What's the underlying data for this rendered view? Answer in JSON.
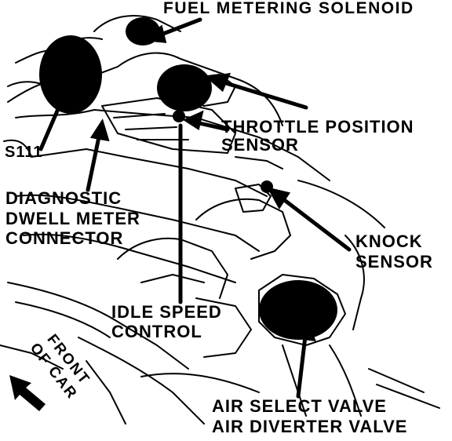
{
  "colors": {
    "ink": "#000000",
    "paper": "#ffffff"
  },
  "labels": {
    "fuel_metering_solenoid": "FUEL METERING SOLENOID",
    "s111": "S111",
    "throttle_position_sensor": [
      "THROTTLE POSITION",
      "SENSOR"
    ],
    "diagnostic_dwell_meter_connector": [
      "DIAGNOSTIC",
      "DWELL METER",
      "CONNECTOR"
    ],
    "knock_sensor": [
      "KNOCK",
      "SENSOR"
    ],
    "idle_speed_control": [
      "IDLE SPEED",
      "CONTROL"
    ],
    "front_of_car": [
      "FRONT",
      "OF CAR"
    ],
    "air_valves": [
      "AIR SELECT VALVE",
      "AIR DIVERTER VALVE"
    ]
  },
  "icons": {
    "front_arrow": "arrow-down-left-icon"
  }
}
